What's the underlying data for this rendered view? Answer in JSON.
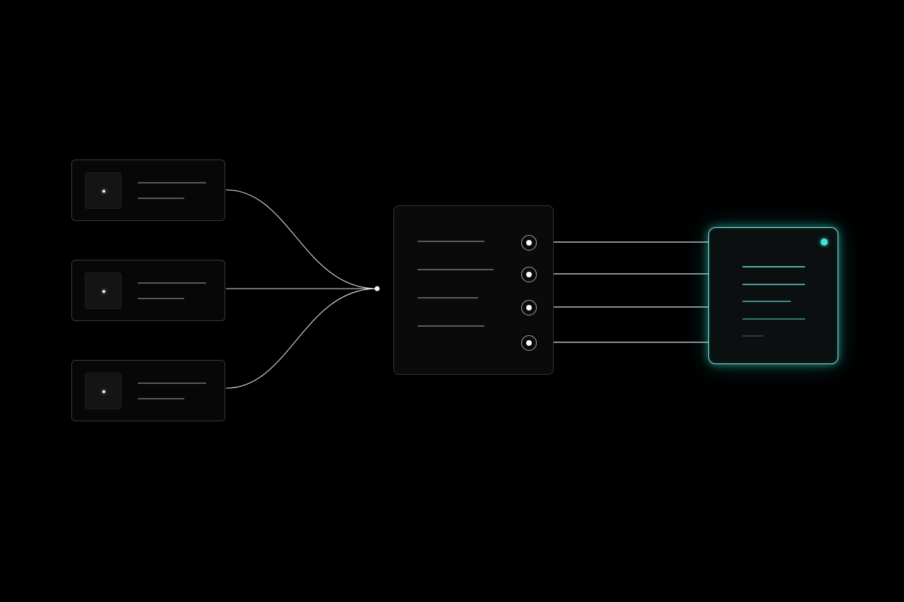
{
  "colors": {
    "background": "#000000",
    "wire": "#e6e6e6",
    "accent": "#3de8da",
    "node_border": "#3a3a3a",
    "text_placeholder": "#5a5a5a"
  },
  "sources": [
    {
      "id": "source-1",
      "icon": "dot-icon"
    },
    {
      "id": "source-2",
      "icon": "dot-icon"
    },
    {
      "id": "source-3",
      "icon": "dot-icon"
    }
  ],
  "hub": {
    "text_lines": 4,
    "ports": 4
  },
  "output": {
    "text_lines": 5,
    "status": "active"
  }
}
